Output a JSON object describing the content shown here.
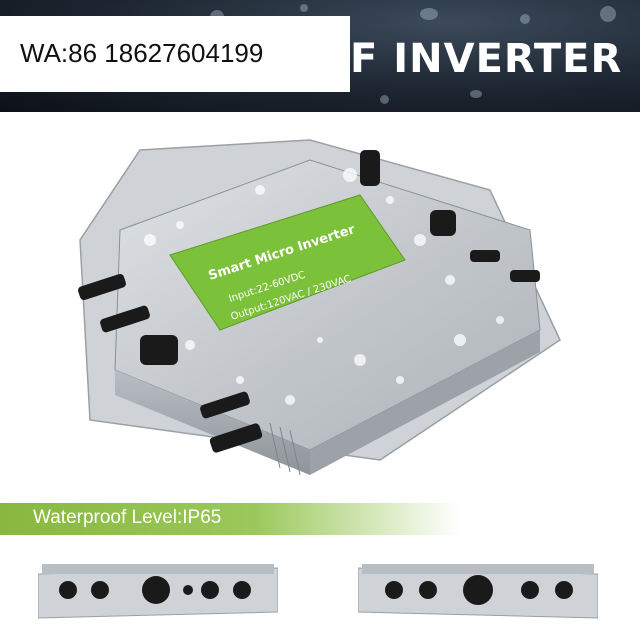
{
  "banner": {
    "title_partial": "F INVERTER"
  },
  "contact": {
    "text": "WA:86 18627604199"
  },
  "product": {
    "label_title": "Smart Micro Inverter",
    "label_input": "Input:22-60VDC",
    "label_output": "Output:120VAC / 230VAC"
  },
  "ip_rating": {
    "text": "Waterproof Level:IP65"
  },
  "colors": {
    "label_green": "#7cc13a",
    "bar_green": "#8fbf4a",
    "housing_silver": "#c9cdd1",
    "banner_dark": "#1c2530"
  }
}
